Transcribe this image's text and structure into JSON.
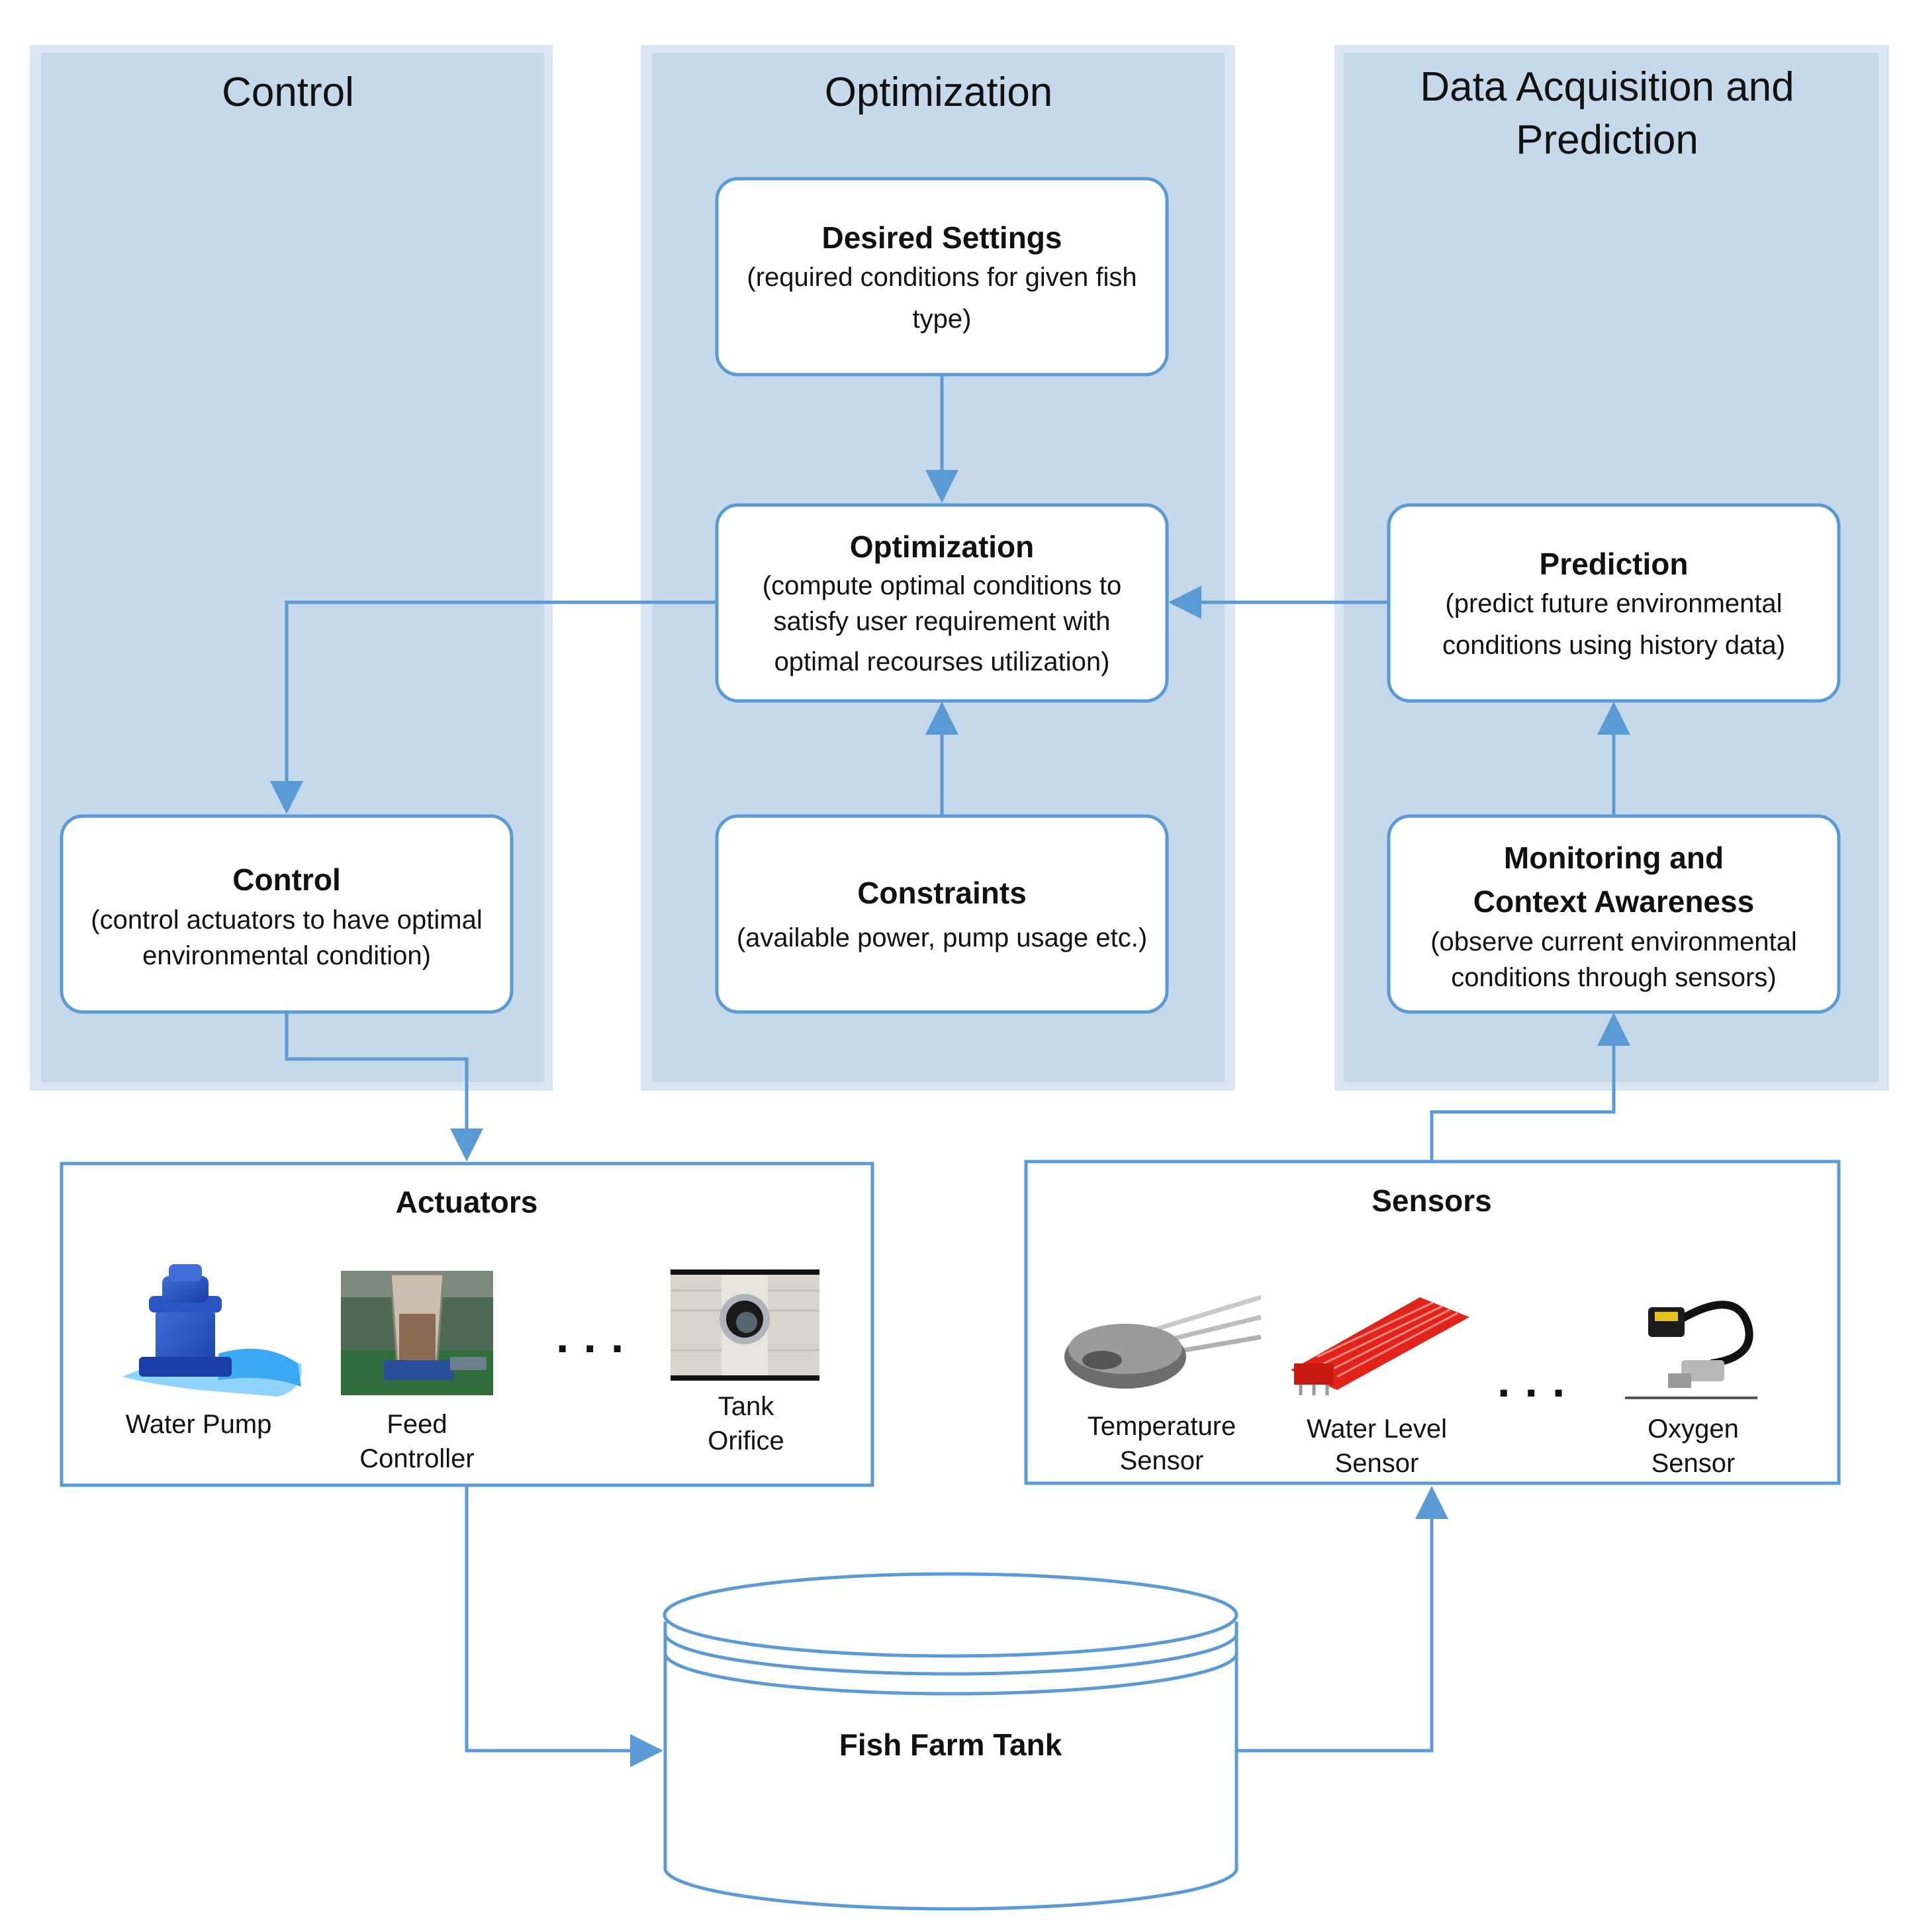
{
  "columns": {
    "control": "Control",
    "optimization": "Optimization",
    "data_line1": "Data Acquisition and",
    "data_line2": "Prediction"
  },
  "boxes": {
    "desired": {
      "title": "Desired Settings",
      "line1": "(required conditions for given fish",
      "line2": "type)"
    },
    "optimization": {
      "title": "Optimization",
      "line1": "(compute optimal conditions to",
      "line2": "satisfy user requirement with",
      "line3": "optimal recourses utilization)"
    },
    "constraints": {
      "title": "Constraints",
      "line1": "(available power, pump usage etc.)"
    },
    "control": {
      "title": "Control",
      "line1": "(control actuators to have optimal",
      "line2": "environmental condition)"
    },
    "prediction": {
      "title": "Prediction",
      "line1": "(predict future environmental",
      "line2": "conditions using history data)"
    },
    "monitoring": {
      "title1": "Monitoring and",
      "title2": "Context Awareness",
      "line1": "(observe current environmental",
      "line2": "conditions through sensors)"
    }
  },
  "actuators": {
    "title": "Actuators",
    "water_pump": "Water Pump",
    "feed_1": "Feed",
    "feed_2": "Controller",
    "tank_1": "Tank",
    "tank_2": "Orifice",
    "ellipsis": "..."
  },
  "sensors": {
    "title": "Sensors",
    "temp_1": "Temperature",
    "temp_2": "Sensor",
    "water_1": "Water Level",
    "water_2": "Sensor",
    "oxygen_1": "Oxygen",
    "oxygen_2": "Sensor",
    "ellipsis": "..."
  },
  "tank": {
    "label": "Fish Farm Tank"
  },
  "colors": {
    "lane": "#c5d9ea",
    "accent": "#5b9bd5"
  }
}
